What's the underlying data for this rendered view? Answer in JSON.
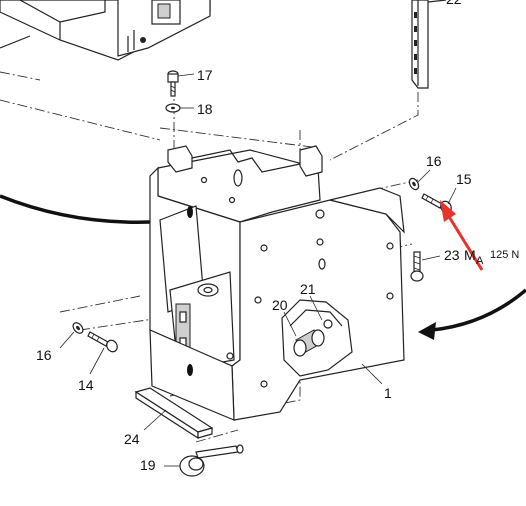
{
  "callouts": {
    "c22": "22",
    "c17": "17",
    "c18": "18",
    "c16_right": "16",
    "c15": "15",
    "c23": "23",
    "c21": "21",
    "c20": "20",
    "c16_left": "16",
    "c14": "14",
    "c1": "1",
    "c24": "24",
    "c19": "19"
  },
  "torque": {
    "symbol": "M",
    "subscript": "A",
    "value": "125 N"
  },
  "colors": {
    "highlight_arrow": "#e8322c",
    "line": "#222222",
    "shade": "#cfcfcf"
  }
}
